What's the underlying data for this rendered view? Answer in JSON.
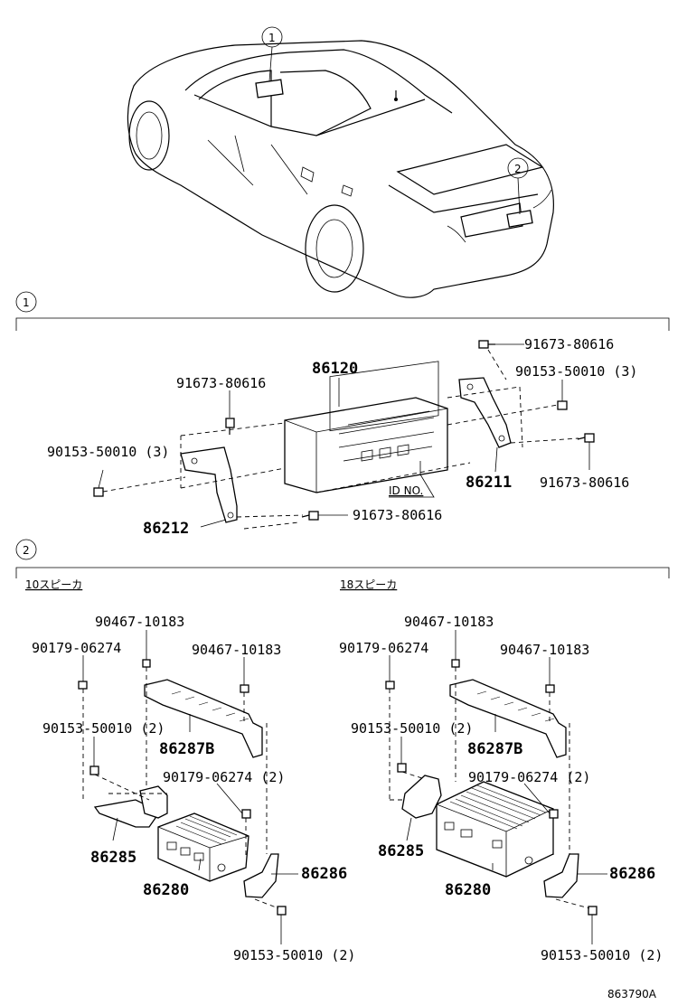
{
  "callouts": {
    "one": "1",
    "two": "2"
  },
  "section1": {
    "marker": "1",
    "parts": {
      "p86120": "86120",
      "p86211": "86211",
      "p86212": "86212",
      "bolt_top_right": "91673-80616",
      "nut_top_right": "90153-50010 (3)",
      "bolt_left_top": "91673-80616",
      "nut_left": "90153-50010 (3)",
      "bolt_right_lower": "91673-80616",
      "bolt_bottom": "91673-80616",
      "id_no": "ID NO."
    }
  },
  "section2": {
    "marker": "2",
    "left": {
      "heading": "10スピーカ",
      "parts": {
        "a": "90467-10183",
        "b": "90179-06274",
        "c": "90467-10183",
        "d": "90153-50010 (2)",
        "e": "86287B",
        "f": "90179-06274 (2)",
        "g": "86285",
        "h": "86286",
        "i": "86280",
        "j": "90153-50010 (2)"
      }
    },
    "right": {
      "heading": "18スピーカ",
      "parts": {
        "a": "90467-10183",
        "b": "90179-06274",
        "c": "90467-10183",
        "d": "90153-50010 (2)",
        "e": "86287B",
        "f": "90179-06274 (2)",
        "g": "86285",
        "h": "86286",
        "i": "86280",
        "j": "90153-50010 (2)"
      }
    }
  },
  "figure_id": "863790A"
}
